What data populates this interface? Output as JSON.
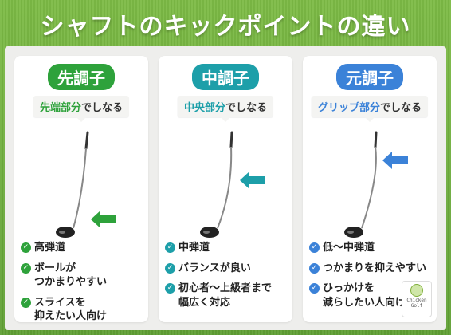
{
  "title": "シャフトのキックポイントの違い",
  "cards": [
    {
      "badge": "先調子",
      "subtitle_highlight": "先端部分",
      "subtitle_rest": "でしなる",
      "features": [
        "高弾道",
        "ボールが\nつかまりやすい",
        "スライスを\n抑えたい人向け"
      ],
      "color": "#2ea23b"
    },
    {
      "badge": "中調子",
      "subtitle_highlight": "中央部分",
      "subtitle_rest": "でしなる",
      "features": [
        "中弾道",
        "バランスが良い",
        "初心者〜上級者まで\n幅広く対応"
      ],
      "color": "#1d9fa9"
    },
    {
      "badge": "元調子",
      "subtitle_highlight": "グリップ部分",
      "subtitle_rest": "でしなる",
      "features": [
        "低〜中弾道",
        "つかまりを抑えやすい",
        "ひっかけを\n減らしたい人向け"
      ],
      "color": "#3b82d8"
    }
  ],
  "logo": {
    "line1": "Chicken",
    "line2": "Golf"
  },
  "icons": {
    "check": "check-circle-icon",
    "arrow": "arrow-left-icon",
    "club": "golf-club-icon"
  }
}
